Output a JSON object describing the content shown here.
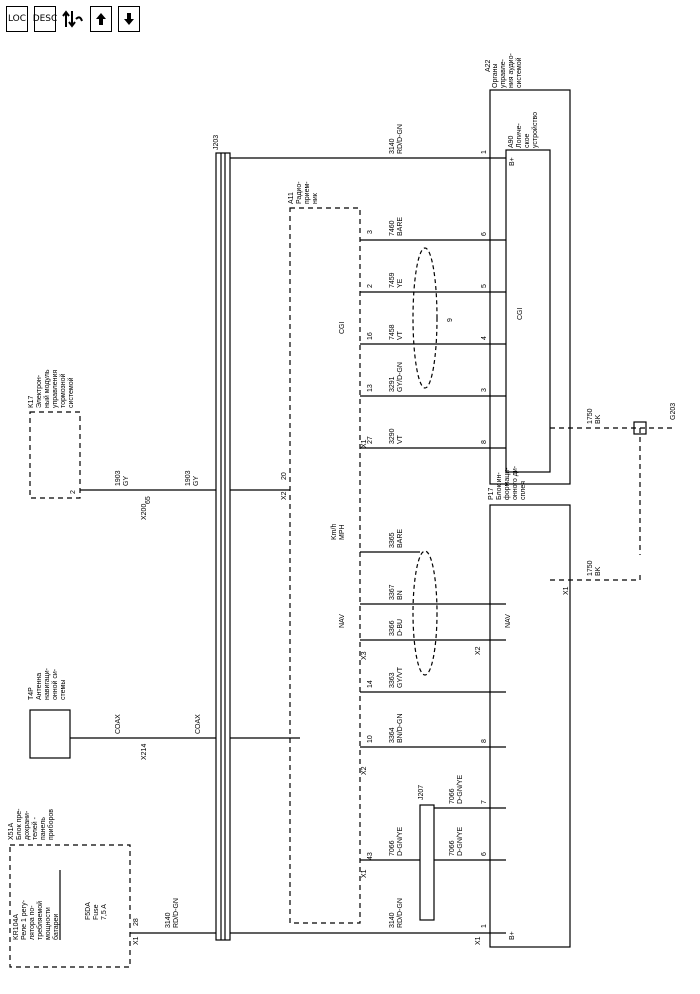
{
  "toolbar": {
    "loc_label": "LOC",
    "desc_label": "DESC",
    "swap_icon": "updown-arrows-icon",
    "up_icon": "arrow-up-icon",
    "down_icon": "arrow-down-icon"
  },
  "components": {
    "a22": {
      "id": "A22",
      "name": [
        "Органы",
        "управле-",
        "ния аудио-",
        "системой"
      ]
    },
    "a90": {
      "id": "A90",
      "name": [
        "Логиче-",
        "ское",
        "устройство"
      ]
    },
    "a11": {
      "id": "A11",
      "name": [
        "Радио-",
        "прием-",
        "ник"
      ]
    },
    "p17": {
      "id": "P17",
      "name": [
        "Блок ин-",
        "формаци-",
        "онного ди-",
        "сплея"
      ]
    },
    "k17": {
      "id": "K17",
      "name": [
        "Электрон-",
        "ный модуль",
        "управления",
        "тормозной",
        "системой"
      ]
    },
    "t4p": {
      "id": "T4P",
      "name": [
        "Антенна",
        "навигаци-",
        "онной си-",
        "стемы"
      ]
    },
    "x51a": {
      "id": "X51A",
      "name": [
        "Блок пре-",
        "дохрани-",
        "телей -",
        "панель",
        "приборов"
      ]
    },
    "kr104a": {
      "id": "KR104A",
      "name": [
        "Реле 1 регу-",
        "лятора по-",
        "требляемой",
        "мощности",
        "батареи"
      ]
    },
    "fuse": {
      "id": "F5DA",
      "type": "Fuse",
      "rating": "7,5 A"
    },
    "j203": "J203",
    "j207": "J207",
    "g203": "G203"
  },
  "wires": {
    "w3140": {
      "circuit": "3140",
      "color": "RD/D-GN"
    },
    "w7460": {
      "circuit": "7460",
      "color": "BARE"
    },
    "w7459": {
      "circuit": "7459",
      "color": "YE"
    },
    "w7458": {
      "circuit": "7458",
      "color": "VT"
    },
    "w3291": {
      "circuit": "3291",
      "color": "GY/D-GN"
    },
    "w3290": {
      "circuit": "3290",
      "color": "VT"
    },
    "w1903": {
      "circuit": "1903",
      "color": "GY"
    },
    "w3365": {
      "circuit": "3365",
      "color": "BARE"
    },
    "w3367": {
      "circuit": "3367",
      "color": "BN"
    },
    "w3366": {
      "circuit": "3366",
      "color": "D-BU"
    },
    "w3363": {
      "circuit": "3363",
      "color": "GY/VT"
    },
    "w3364": {
      "circuit": "3364",
      "color": "BN/D-GN"
    },
    "w7066": {
      "circuit": "7066",
      "color": "D-GN/YE"
    },
    "w1750": {
      "circuit": "1750",
      "color": "BK"
    },
    "coax": "COAX"
  },
  "labels": {
    "cgi": "CGI",
    "nav": "NAV",
    "kmh": "Km/h",
    "mph": "MPH",
    "bplus": "B+",
    "x1": "X1",
    "x2": "X2",
    "x3": "X3",
    "x200": "X200",
    "x214": "X214",
    "num_9": "9",
    "pin_65": "65",
    "pin_20": "20",
    "pin_28": "28",
    "pin_2": "2",
    "pin_1": "1",
    "pin_3": "3",
    "pin_4": "4",
    "pin_5": "5",
    "pin_6": "6",
    "pin_7": "7",
    "pin_8": "8",
    "pin_10": "10",
    "pin_13": "13",
    "pin_14": "14",
    "pin_16": "16",
    "pin_27": "27",
    "pin_43": "43"
  }
}
